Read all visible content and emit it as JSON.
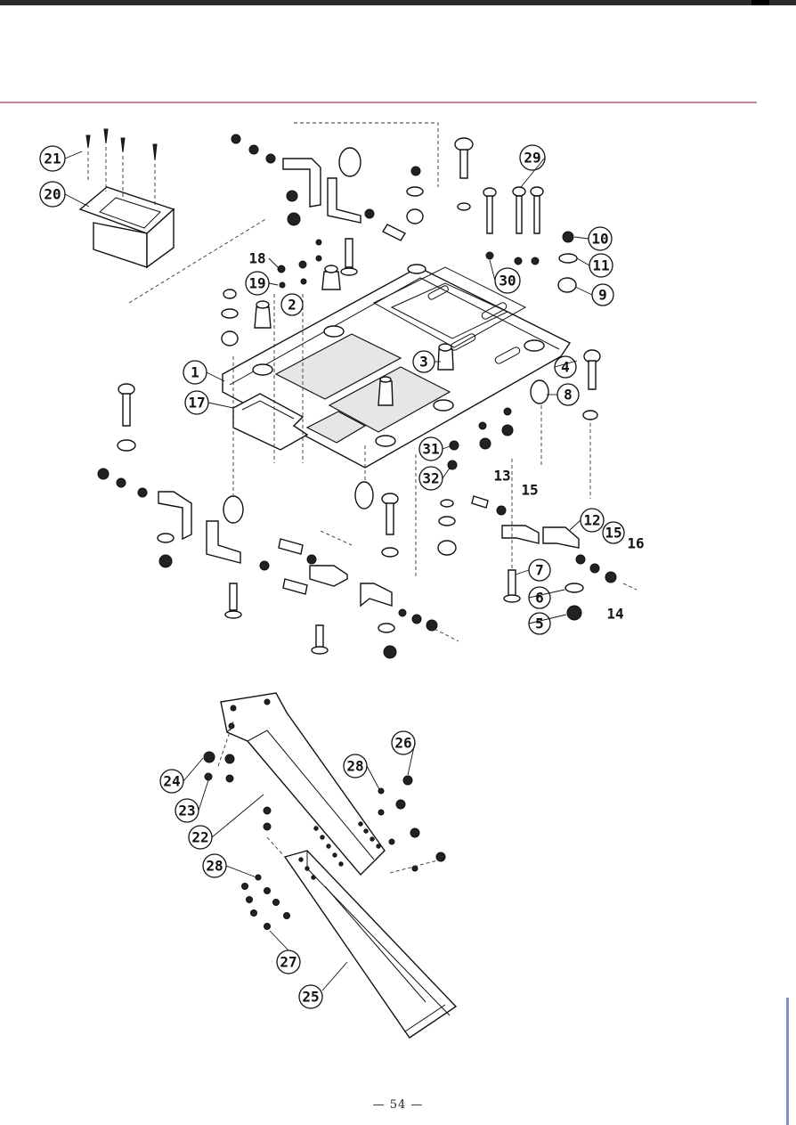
{
  "page": {
    "page_number": "— 54 —"
  },
  "callouts": {
    "c1": "1",
    "c2": "2",
    "c3": "3",
    "c4": "4",
    "c5": "5",
    "c6": "6",
    "c7": "7",
    "c8": "8",
    "c9": "9",
    "c10": "10",
    "c11": "11",
    "c12": "12",
    "c13": "13",
    "c14": "14",
    "c15": "15",
    "c16": "16",
    "c17": "17",
    "c18": "18",
    "c19": "19",
    "c20": "20",
    "c21": "21",
    "c22": "22",
    "c23": "23",
    "c24": "24",
    "c25": "25",
    "c26": "26",
    "c27": "27",
    "c28a": "28",
    "c28b": "28",
    "c29": "29",
    "c30": "30",
    "c31": "31",
    "c32": "32"
  }
}
